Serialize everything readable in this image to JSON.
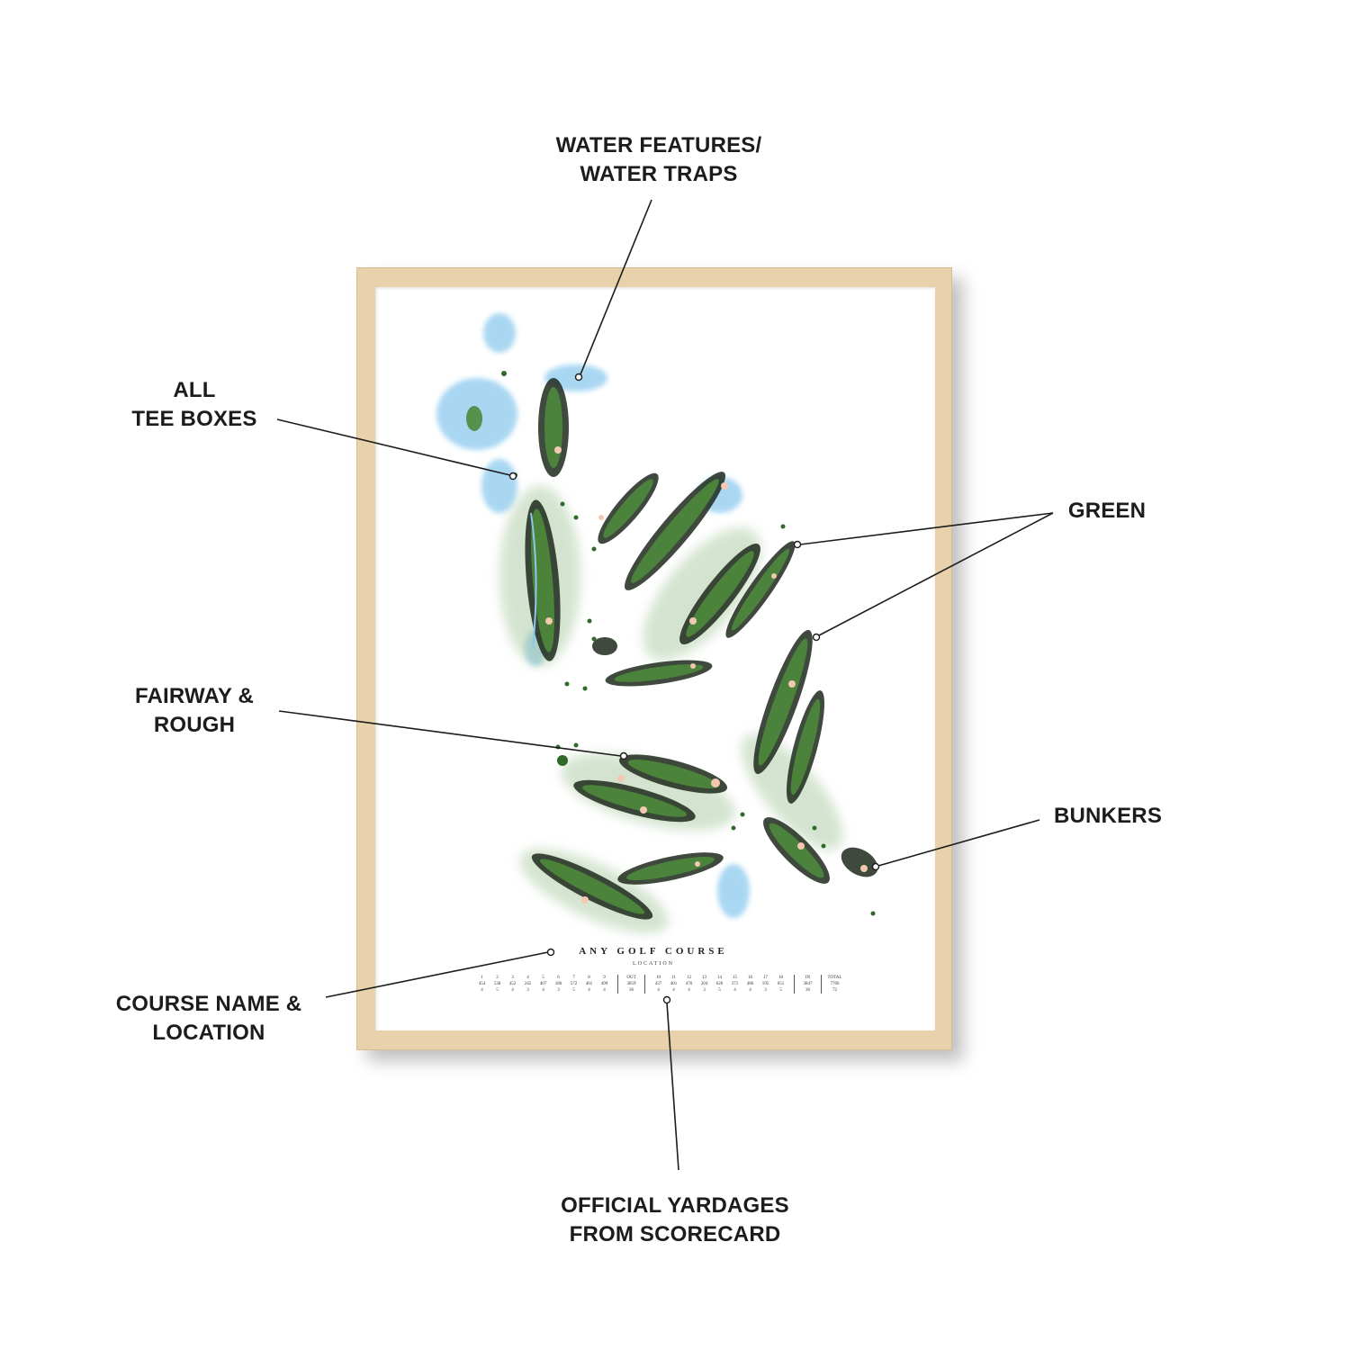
{
  "callouts": {
    "water": [
      "WATER FEATURES/",
      "WATER TRAPS"
    ],
    "tee": [
      "ALL",
      "TEE BOXES"
    ],
    "green": [
      "GREEN"
    ],
    "fairway": [
      "FAIRWAY &",
      "ROUGH"
    ],
    "bunkers": [
      "BUNKERS"
    ],
    "course": [
      "COURSE NAME &",
      "LOCATION"
    ],
    "yardages": [
      "OFFICIAL YARDAGES",
      "FROM SCORECARD"
    ]
  },
  "poster": {
    "title": "ANY GOLF COURSE",
    "location": "LOCATION",
    "front": {
      "holes": [
        "1",
        "2",
        "3",
        "4",
        "5",
        "6",
        "7",
        "8",
        "9"
      ],
      "yards": [
        "454",
        "538",
        "452",
        "245",
        "407",
        "186",
        "572",
        "461",
        "499"
      ],
      "par": [
        "4",
        "5",
        "4",
        "3",
        "4",
        "3",
        "5",
        "4",
        "4"
      ],
      "total_label": "OUT",
      "total_yards": "3859",
      "total_par": "36"
    },
    "back": {
      "holes": [
        "10",
        "11",
        "12",
        "13",
        "14",
        "15",
        "16",
        "17",
        "18"
      ],
      "yards": [
        "437",
        "401",
        "476",
        "204",
        "626",
        "371",
        "486",
        "195",
        "651"
      ],
      "par": [
        "4",
        "4",
        "4",
        "3",
        "5",
        "4",
        "4",
        "3",
        "5"
      ],
      "total_label": "IN",
      "total_yards": "3847",
      "total_par": "36"
    },
    "grand": {
      "label": "TOTAL",
      "yards": "7706",
      "par": "72"
    }
  },
  "colors": {
    "frame": "#e9d2ab",
    "fairway": "#3f7a33",
    "rough": "#1e2a1c",
    "water": "#a9d7f2",
    "bunker": "#f2c9b0"
  }
}
